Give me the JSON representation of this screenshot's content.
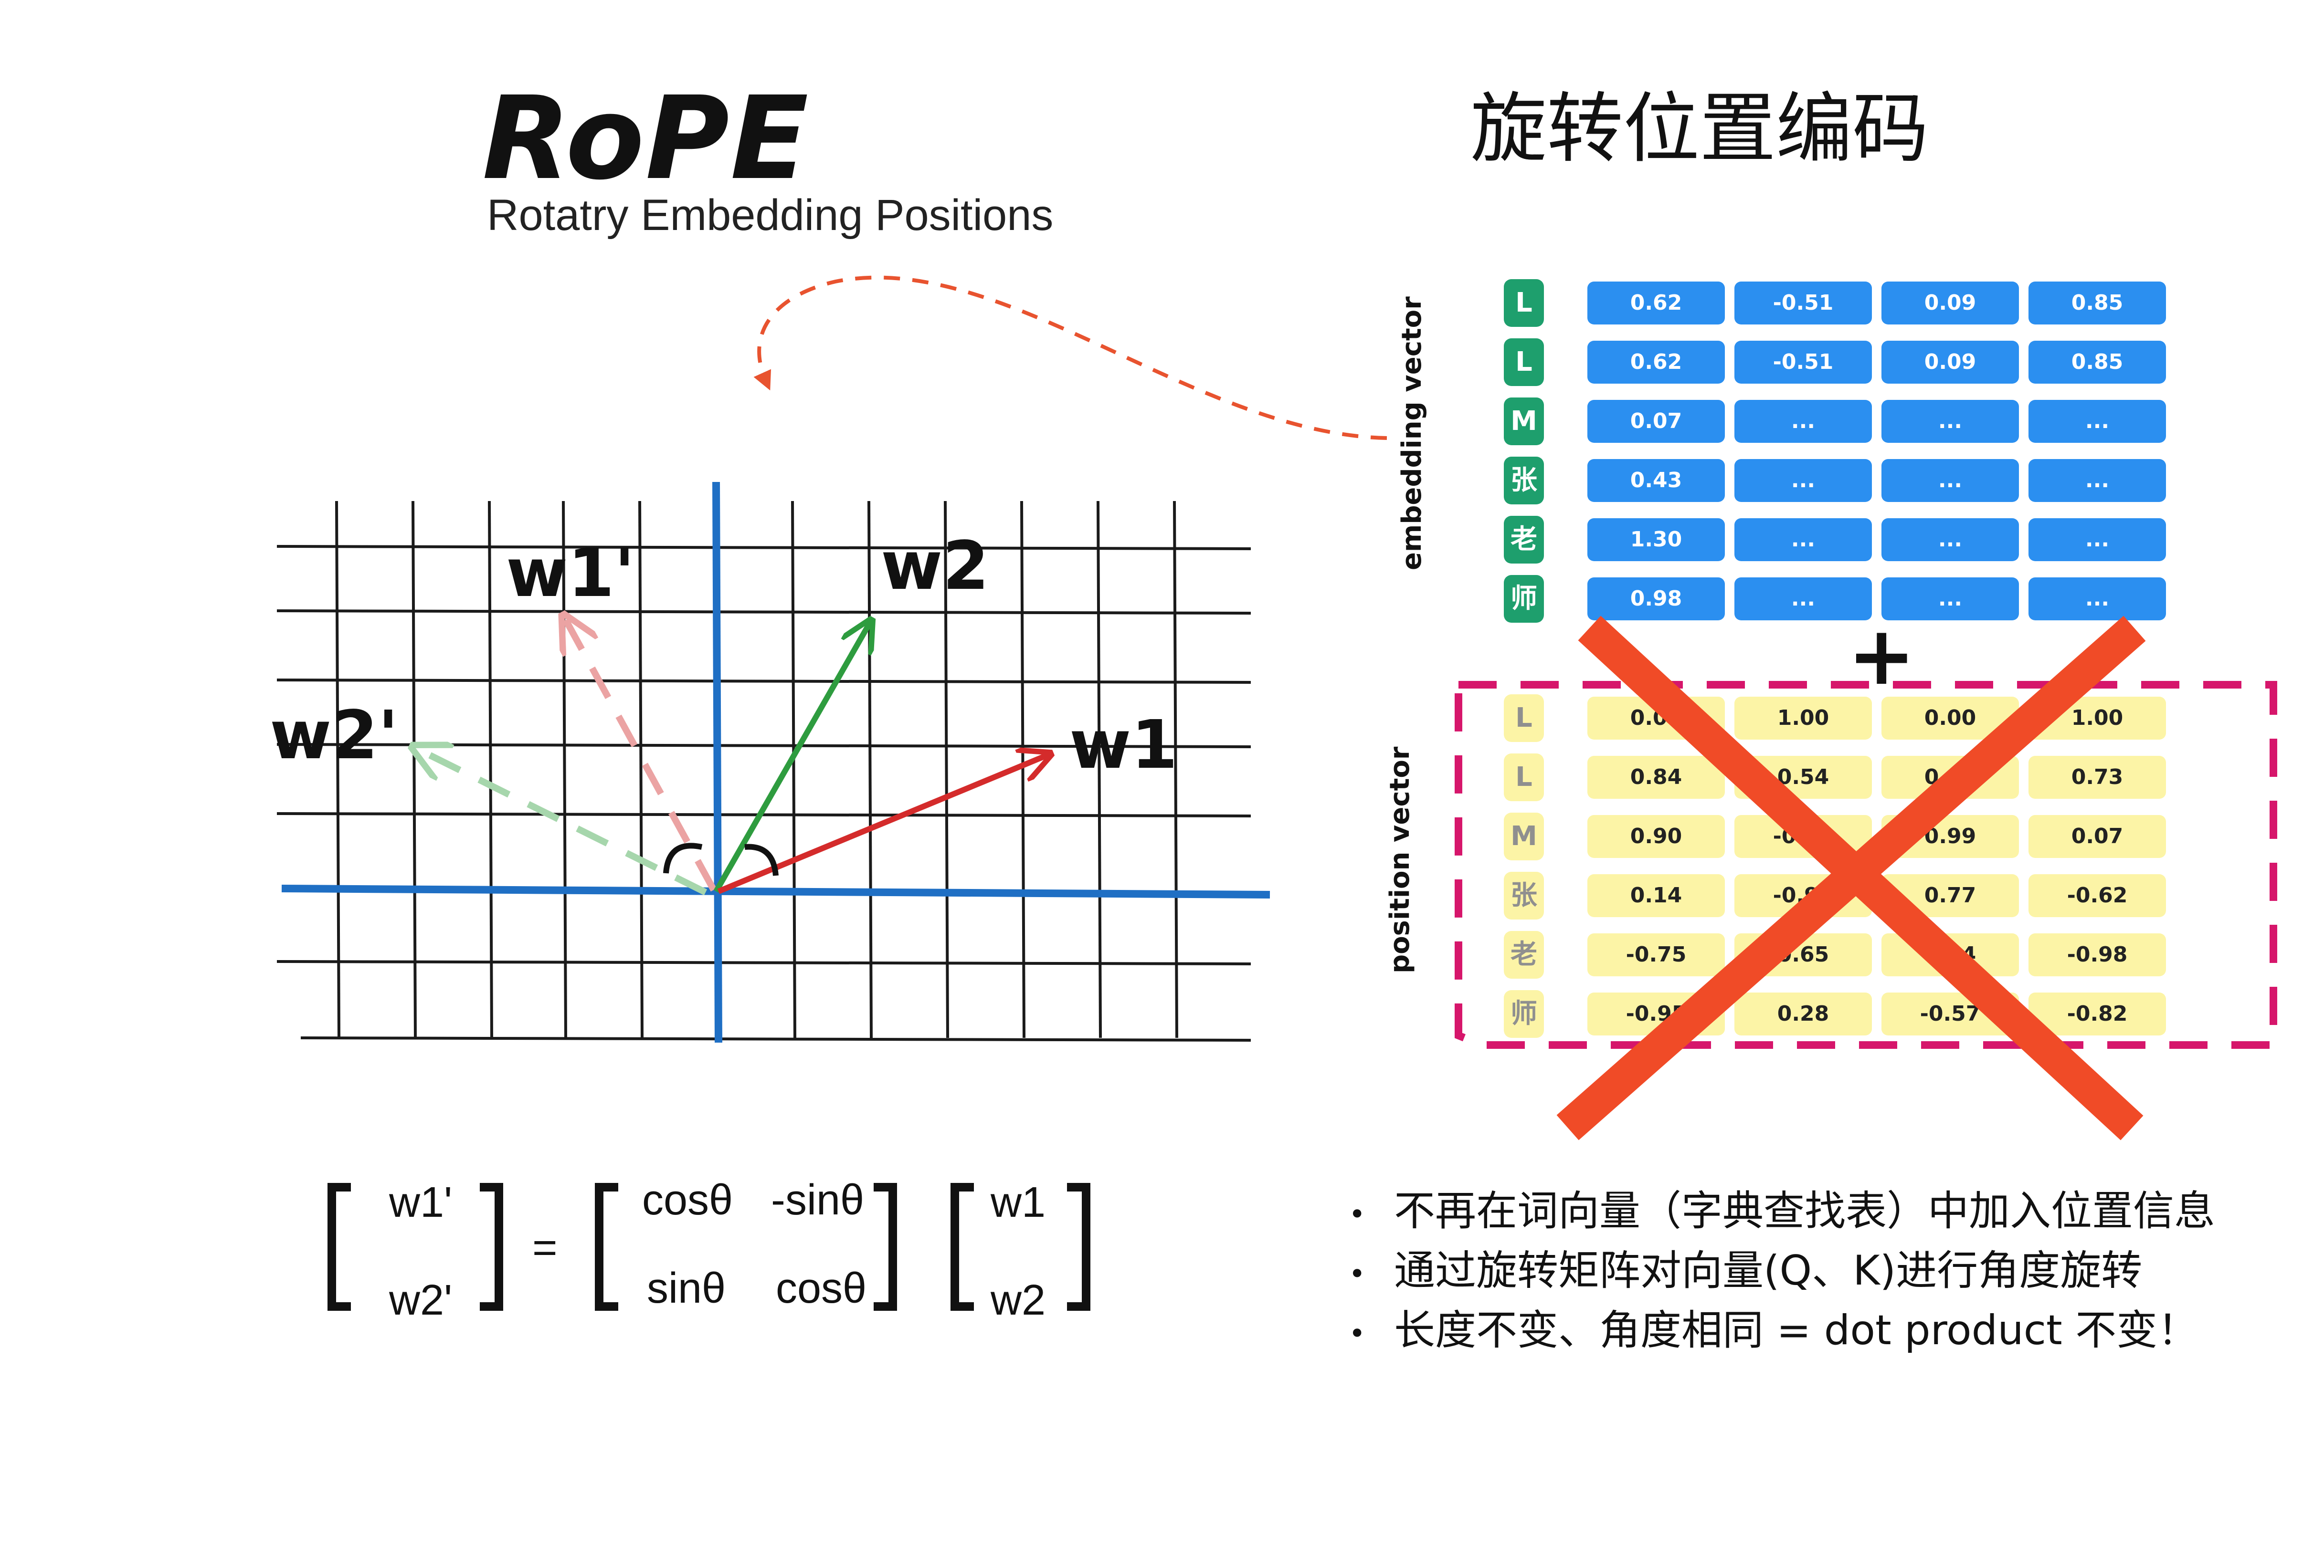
{
  "title": "RoPE",
  "subtitle": "Rotatry Embedding Positions",
  "title_cn": "旋转位置编码",
  "diagram_labels": {
    "w1p": "w1'",
    "w2": "w2",
    "w2p": "w2'",
    "w1": "w1"
  },
  "colors": {
    "grid_axis": "#1f6fc4",
    "w2_arrow": "#2e9c3f",
    "w1_arrow": "#d42b2b",
    "w1p_arrow": "#eba3a3",
    "w2p_arrow": "#a6d6ac",
    "dashed_curve": "#e8532f",
    "cross": "#f04b27",
    "pos_frame": "#d6166b"
  },
  "embedding": {
    "label": "embedding vector",
    "tokens": [
      "L",
      "L",
      "M",
      "张",
      "老",
      "师"
    ],
    "rows": [
      [
        "0.62",
        "-0.51",
        "0.09",
        "0.85"
      ],
      [
        "0.62",
        "-0.51",
        "0.09",
        "0.85"
      ],
      [
        "0.07",
        "...",
        "...",
        "..."
      ],
      [
        "0.43",
        "...",
        "...",
        "..."
      ],
      [
        "1.30",
        "...",
        "...",
        "..."
      ],
      [
        "0.98",
        "...",
        "...",
        "..."
      ]
    ]
  },
  "plus": "+",
  "position": {
    "label": "position vector",
    "tokens": [
      "L",
      "L",
      "M",
      "张",
      "老",
      "师"
    ],
    "rows": [
      [
        "0.00",
        "1.00",
        "0.00",
        "1.00"
      ],
      [
        "0.84",
        "0.54",
        "0.00",
        "0.73"
      ],
      [
        "0.90",
        "-0.41",
        "0.99",
        "0.07"
      ],
      [
        "0.14",
        "-0.99",
        "0.77",
        "-0.62"
      ],
      [
        "-0.75",
        "0.65",
        "0.14",
        "-0.98"
      ],
      [
        "-0.95",
        "0.28",
        "-0.57",
        "-0.82"
      ]
    ]
  },
  "bullets": [
    "不再在词向量（字典查找表）中加入位置信息",
    "通过旋转矩阵对向量(Q、K)进行角度旋转",
    "长度不变、角度相同 = dot product 不变！"
  ],
  "equation": {
    "lhs": [
      "w1'",
      "w2'"
    ],
    "equals": "=",
    "matrix": [
      [
        "cosθ",
        "-sinθ"
      ],
      [
        "sinθ",
        "cosθ"
      ]
    ],
    "rhs": [
      "w1",
      "w2"
    ]
  }
}
